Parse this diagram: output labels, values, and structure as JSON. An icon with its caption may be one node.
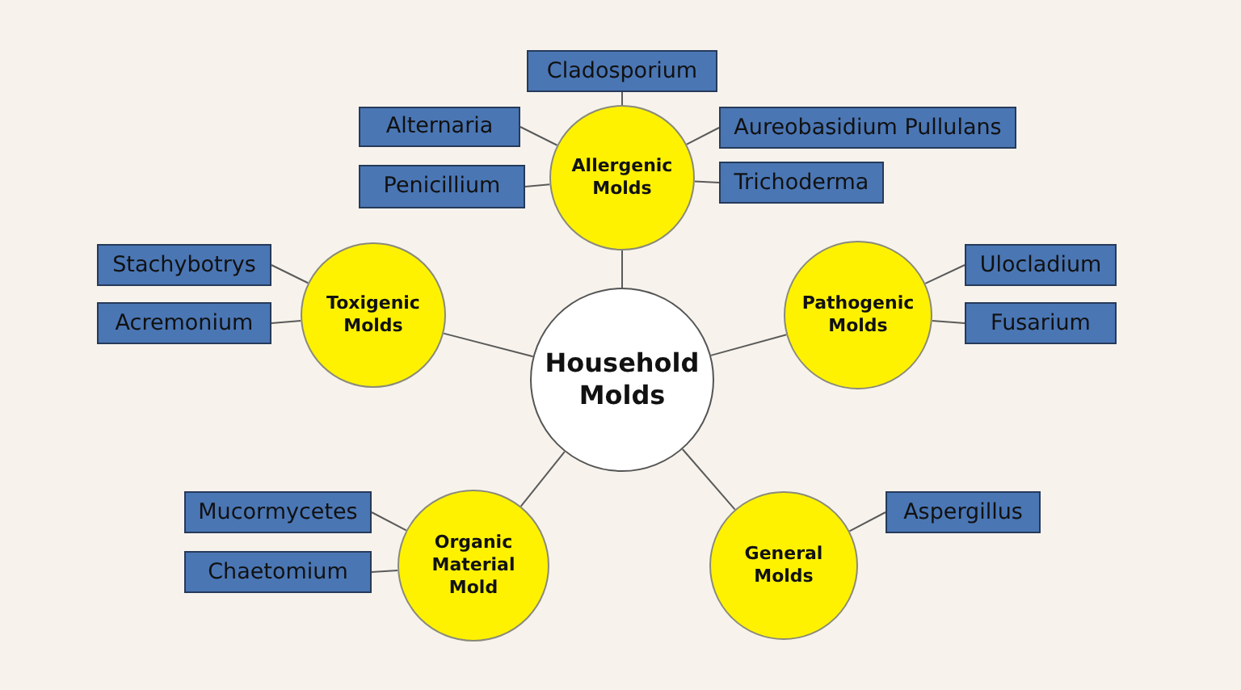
{
  "diagram": {
    "nodes": [
      {
        "text": [
          "Household Molds"
        ]
      },
      {
        "text": [
          "Allergenic Molds"
        ]
      },
      {
        "text": [
          "Cladosporium"
        ]
      },
      {
        "text": [
          "Alternaria"
        ]
      },
      {
        "text": [
          "Aureobasidium Pullulans"
        ]
      },
      {
        "text": [
          "Penicillium"
        ]
      },
      {
        "text": [
          "Trichoderma"
        ]
      },
      {
        "text": [
          "Toxigenic Molds"
        ]
      },
      {
        "text": [
          "Stachybotrys"
        ]
      },
      {
        "text": [
          "Acremonium"
        ]
      },
      {
        "text": [
          "Pathogenic Molds"
        ]
      },
      {
        "text": [
          "Ulocladium"
        ]
      },
      {
        "text": [
          "Fusarium"
        ]
      },
      {
        "text": [
          "Organic Material Mold"
        ]
      },
      {
        "text": [
          "Mucormycetes"
        ]
      },
      {
        "text": [
          "Chaetomium"
        ]
      },
      {
        "text": [
          "General Molds"
        ]
      },
      {
        "text": [
          "Aspergillus"
        ]
      }
    ],
    "edges": [
      {
        "from": 0,
        "to": 1,
        "arrow": "none"
      },
      {
        "from": 0,
        "to": 7,
        "arrow": "none"
      },
      {
        "from": 0,
        "to": 10,
        "arrow": "none"
      },
      {
        "from": 0,
        "to": 13,
        "arrow": "none"
      },
      {
        "from": 0,
        "to": 16,
        "arrow": "none"
      },
      {
        "from": 1,
        "to": 2,
        "arrow": "none"
      },
      {
        "from": 1,
        "to": 3,
        "arrow": "none"
      },
      {
        "from": 1,
        "to": 4,
        "arrow": "none"
      },
      {
        "from": 1,
        "to": 5,
        "arrow": "none"
      },
      {
        "from": 1,
        "to": 6,
        "arrow": "none"
      },
      {
        "from": 7,
        "to": 8,
        "arrow": "none"
      },
      {
        "from": 7,
        "to": 9,
        "arrow": "none"
      },
      {
        "from": 10,
        "to": 11,
        "arrow": "none"
      },
      {
        "from": 10,
        "to": 12,
        "arrow": "none"
      },
      {
        "from": 13,
        "to": 14,
        "arrow": "none"
      },
      {
        "from": 13,
        "to": 15,
        "arrow": "none"
      },
      {
        "from": 16,
        "to": 17,
        "arrow": "none"
      }
    ]
  }
}
